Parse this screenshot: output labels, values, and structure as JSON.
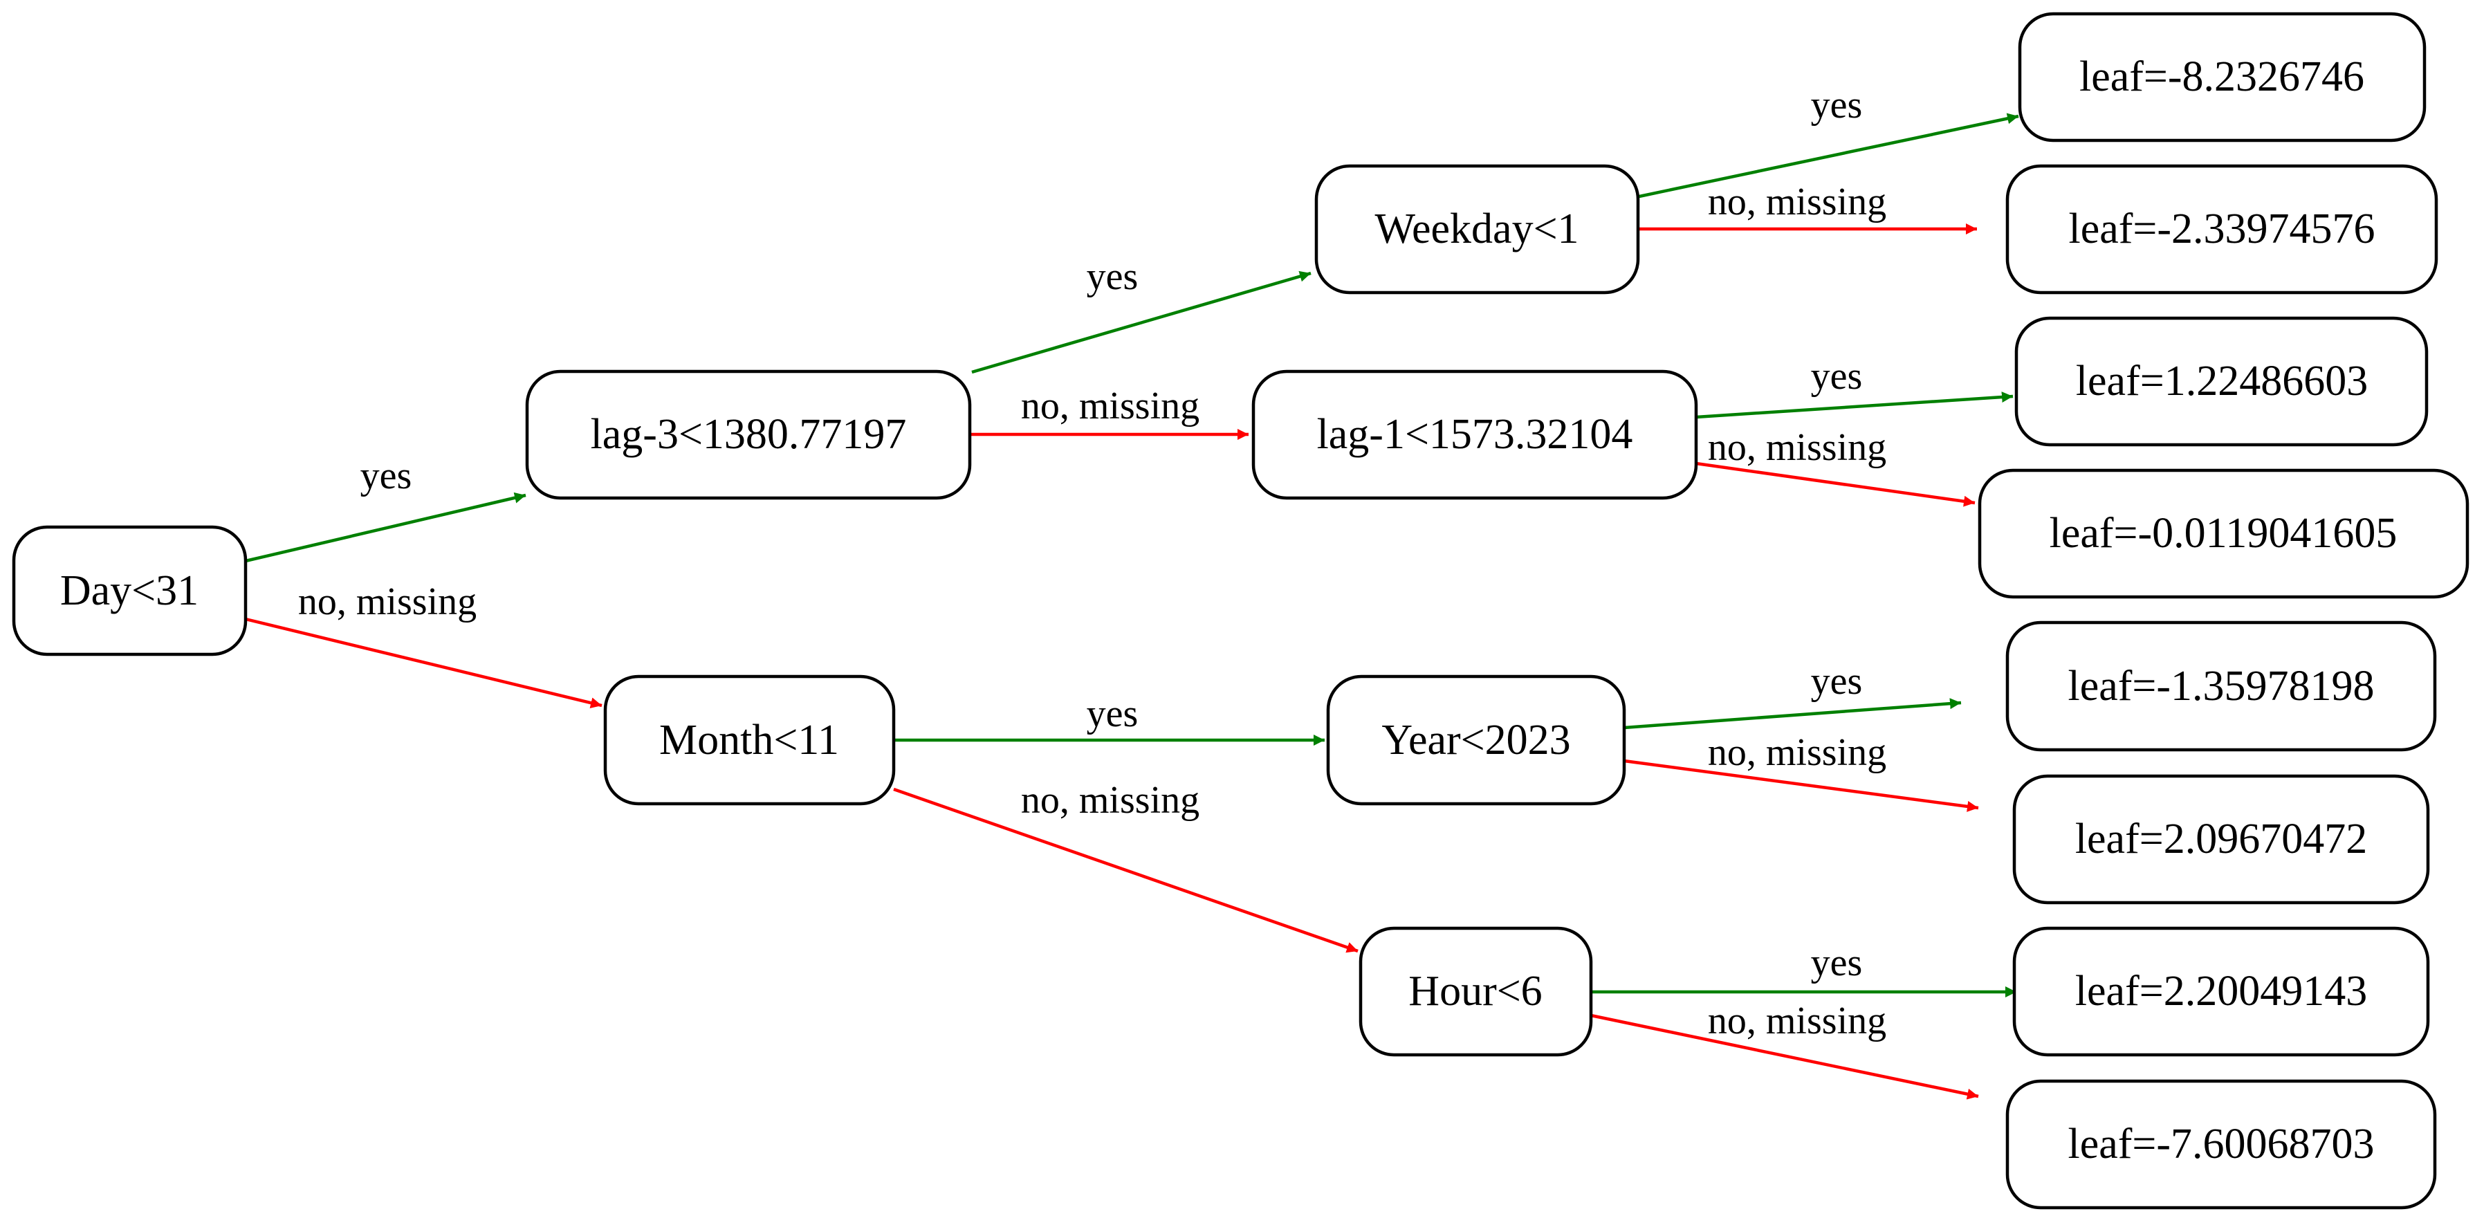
{
  "colors": {
    "yes_edge": "#008000",
    "no_edge": "#ff0000",
    "node_border": "#000000",
    "background": "#ffffff"
  },
  "nodes": [
    {
      "id": "n0",
      "label": "Day<31"
    },
    {
      "id": "n1",
      "label": "lag-3<1380.77197"
    },
    {
      "id": "n2",
      "label": "Month<11"
    },
    {
      "id": "n3",
      "label": "Weekday<1"
    },
    {
      "id": "n4",
      "label": "lag-1<1573.32104"
    },
    {
      "id": "n5",
      "label": "Year<2023"
    },
    {
      "id": "n6",
      "label": "Hour<6"
    },
    {
      "id": "l0",
      "label": "leaf=-8.2326746"
    },
    {
      "id": "l1",
      "label": "leaf=-2.33974576"
    },
    {
      "id": "l2",
      "label": "leaf=1.22486603"
    },
    {
      "id": "l3",
      "label": "leaf=-0.0119041605"
    },
    {
      "id": "l4",
      "label": "leaf=-1.35978198"
    },
    {
      "id": "l5",
      "label": "leaf=2.09670472"
    },
    {
      "id": "l6",
      "label": "leaf=2.20049143"
    },
    {
      "id": "l7",
      "label": "leaf=-7.60068703"
    }
  ],
  "edges": [
    {
      "from": "n0",
      "to": "n1",
      "kind": "yes",
      "label": "yes"
    },
    {
      "from": "n0",
      "to": "n2",
      "kind": "no",
      "label": "no, missing"
    },
    {
      "from": "n1",
      "to": "n3",
      "kind": "yes",
      "label": "yes"
    },
    {
      "from": "n1",
      "to": "n4",
      "kind": "no",
      "label": "no, missing"
    },
    {
      "from": "n2",
      "to": "n5",
      "kind": "yes",
      "label": "yes"
    },
    {
      "from": "n2",
      "to": "n6",
      "kind": "no",
      "label": "no, missing"
    },
    {
      "from": "n3",
      "to": "l0",
      "kind": "yes",
      "label": "yes"
    },
    {
      "from": "n3",
      "to": "l1",
      "kind": "no",
      "label": "no, missing"
    },
    {
      "from": "n4",
      "to": "l2",
      "kind": "yes",
      "label": "yes"
    },
    {
      "from": "n4",
      "to": "l3",
      "kind": "no",
      "label": "no, missing"
    },
    {
      "from": "n5",
      "to": "l4",
      "kind": "yes",
      "label": "yes"
    },
    {
      "from": "n5",
      "to": "l5",
      "kind": "no",
      "label": "no, missing"
    },
    {
      "from": "n6",
      "to": "l6",
      "kind": "yes",
      "label": "yes"
    },
    {
      "from": "n6",
      "to": "l7",
      "kind": "no",
      "label": "no, missing"
    }
  ]
}
